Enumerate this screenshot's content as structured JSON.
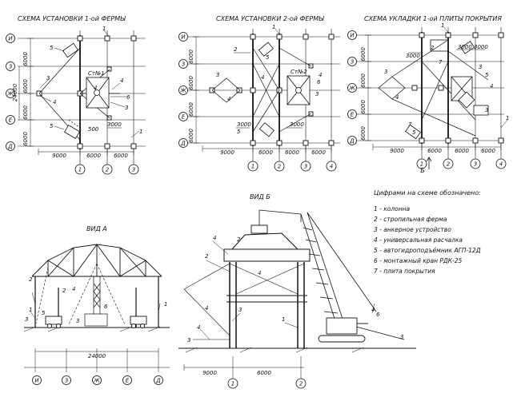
{
  "titles": {
    "plan1": "СХЕМА УСТАНОВКИ  1-ой ФЕРМЫ",
    "plan2": "СХЕМА УСТАНОВКИ 2-ой ФЕРМЫ",
    "plan3": "СХЕМА  УКЛАДКИ 1-ой ПЛИТЫ ПОКРЫТИЯ",
    "viewA": "ВИД  А",
    "viewB": "ВИД  Б"
  },
  "legend": {
    "heading": "Цифрами на схеме обозначено:",
    "items": [
      "1 - колонна",
      "2 - стропильная ферма",
      "3 - анкерное устройство",
      "4 - универсальная расчалка",
      "5 - автогидроподъёмник АГП-12Д",
      "6 - монтажный кран РДК-25",
      "7 - плита покрытия"
    ]
  },
  "plan_axes": {
    "rows": [
      "И",
      "З",
      "Ж",
      "Е",
      "Д"
    ],
    "cols": [
      "1",
      "2",
      "3",
      "4"
    ],
    "left_dims": [
      "6000",
      "6000",
      "6000",
      "6000"
    ],
    "left_dim_total": "24000",
    "bottom_dims": [
      "9000",
      "6000",
      "6000",
      "6000"
    ],
    "inner_dim": "3000",
    "inner_dim_b": "500",
    "marker_crane": "Ст№1",
    "marker_crane2": "Ст№2",
    "view_arrow": "Б"
  },
  "viewA_dims": {
    "span": "24000",
    "axes": [
      "И",
      "З",
      "Ж",
      "Е",
      "Д"
    ]
  },
  "viewB_dims": {
    "left": "9000",
    "right": "6000",
    "axes": [
      "1",
      "2"
    ]
  }
}
